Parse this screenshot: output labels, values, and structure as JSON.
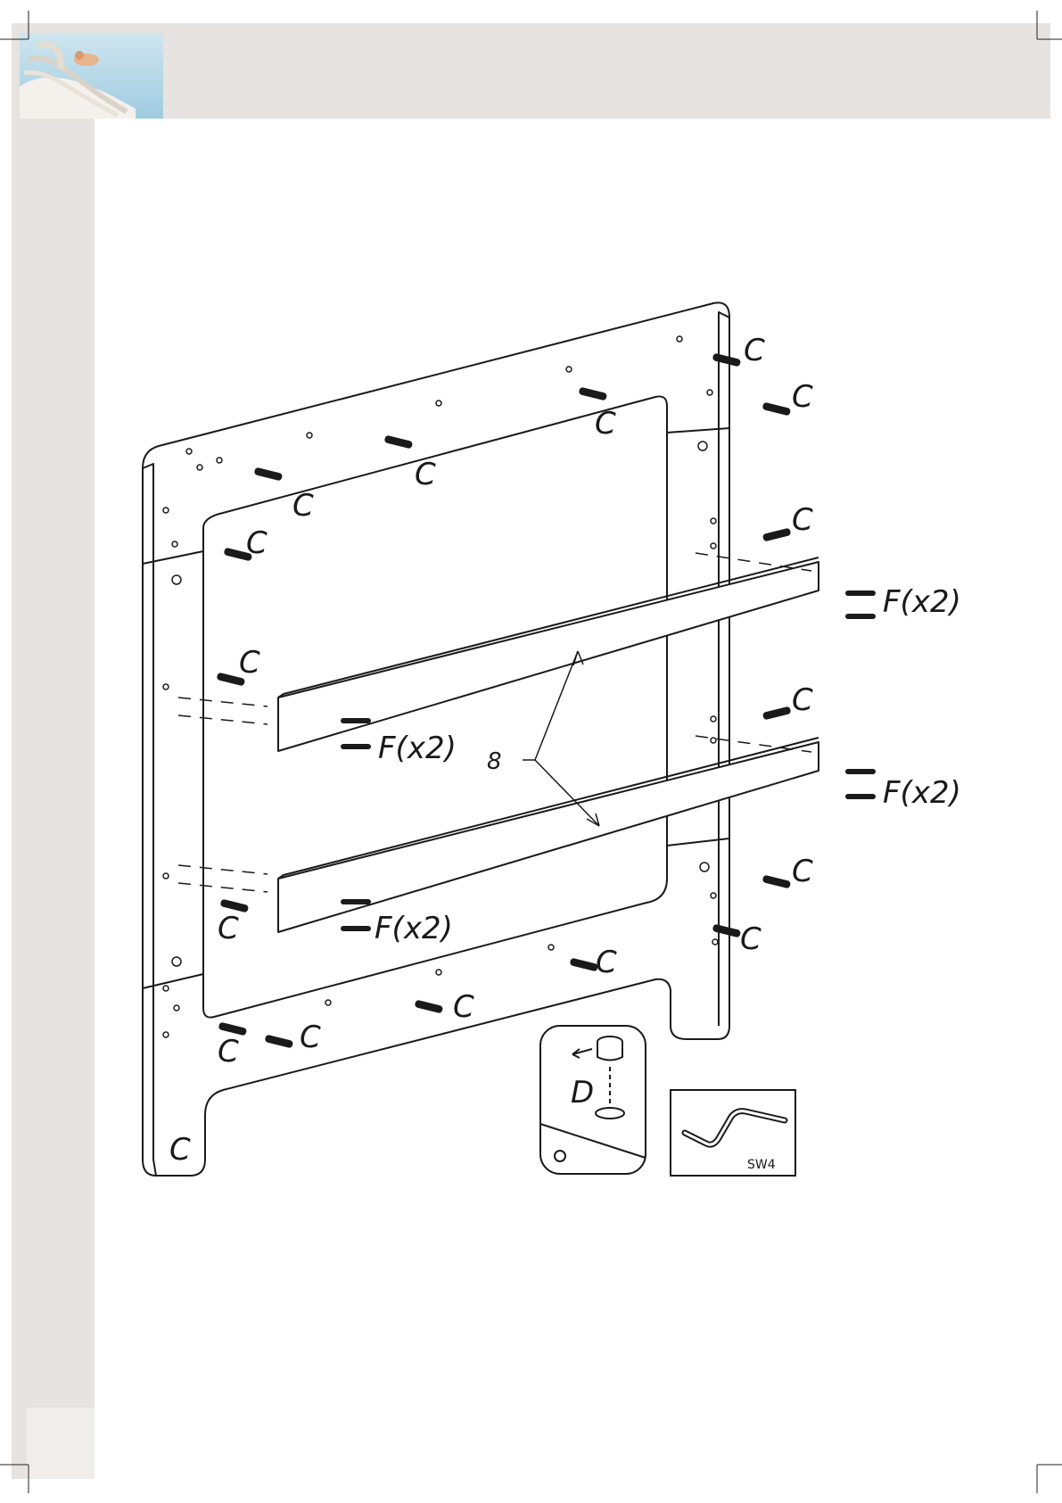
{
  "header": {
    "logo_icon": "angel-wings-logo"
  },
  "diagram": {
    "callouts": {
      "dowel": "C",
      "screw": "F(x2)",
      "rail": "8",
      "cam_nut": "D",
      "tool_code": "SW4"
    }
  },
  "colors": {
    "band": "#e6e3e0",
    "line": "#1a1a1a"
  }
}
